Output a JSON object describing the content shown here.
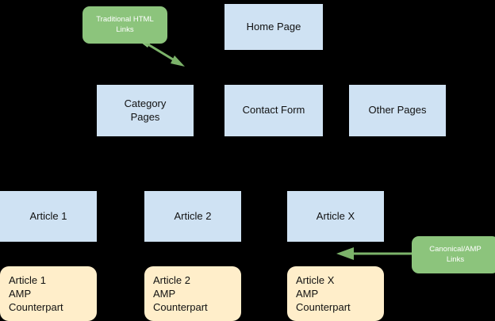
{
  "diagram": {
    "background_color": "#000000",
    "colors": {
      "page_box_fill": "#cfe2f3",
      "amp_box_fill": "#ffeeca",
      "note_fill": "#8cc47c",
      "note_text": "#ffffff",
      "arrow": "#7cb36a",
      "box_text": "#111111"
    },
    "pages": {
      "home": "Home Page",
      "category": "Category\nPages",
      "contact": "Contact Form",
      "other": "Other Pages"
    },
    "articles": [
      {
        "label": "Article 1"
      },
      {
        "label": "Article 2"
      },
      {
        "label": "Article X"
      }
    ],
    "amp_counterparts": [
      {
        "label": "Article 1\nAMP\nCounterpart"
      },
      {
        "label": "Article 2\nAMP\nCounterpart"
      },
      {
        "label": "Article X\nAMP\nCounterpart"
      }
    ],
    "notes": [
      {
        "label": "Traditional HTML\nLinks"
      },
      {
        "label": "Canonical/AMP\nLinks"
      }
    ]
  }
}
